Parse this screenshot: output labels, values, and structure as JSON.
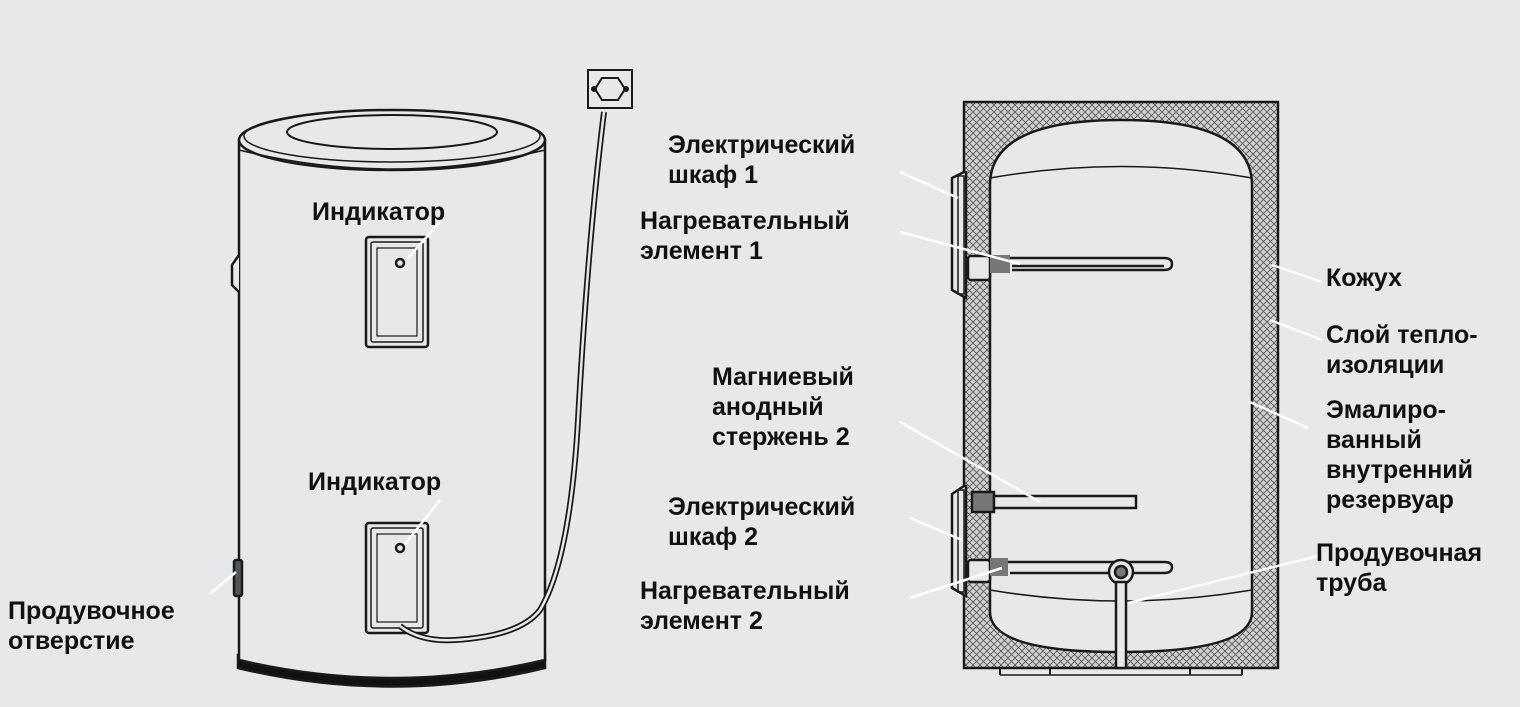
{
  "labels": {
    "indicator_top": "Индикатор",
    "indicator_bottom": "Индикатор",
    "drain_opening": [
      "Продувочное",
      "отверстие"
    ],
    "electric_box_1": [
      "Электрический",
      "шкаф 1"
    ],
    "heating_element_1": [
      "Нагревательный",
      "элемент 1"
    ],
    "magnesium_anode": [
      "Магниевый",
      "анодный",
      "стержень 2"
    ],
    "electric_box_2": [
      "Электрический",
      "шкаф 2"
    ],
    "heating_element_2": [
      "Нагревательный",
      "элемент 2"
    ],
    "casing": "Кожух",
    "insulation": [
      "Слой тепло-",
      "изоляции"
    ],
    "enamel_tank": [
      "Эмалиро-",
      "ванный",
      "внутренний",
      "резервуар"
    ],
    "drain_pipe": [
      "Продувочная",
      "труба"
    ]
  },
  "colors": {
    "background": "#e7e8ea",
    "line": "#1a1a1a",
    "leader": "#ffffff",
    "body": "#e7e8ea",
    "insulation_hatch": "#555555",
    "base": "#111111"
  }
}
